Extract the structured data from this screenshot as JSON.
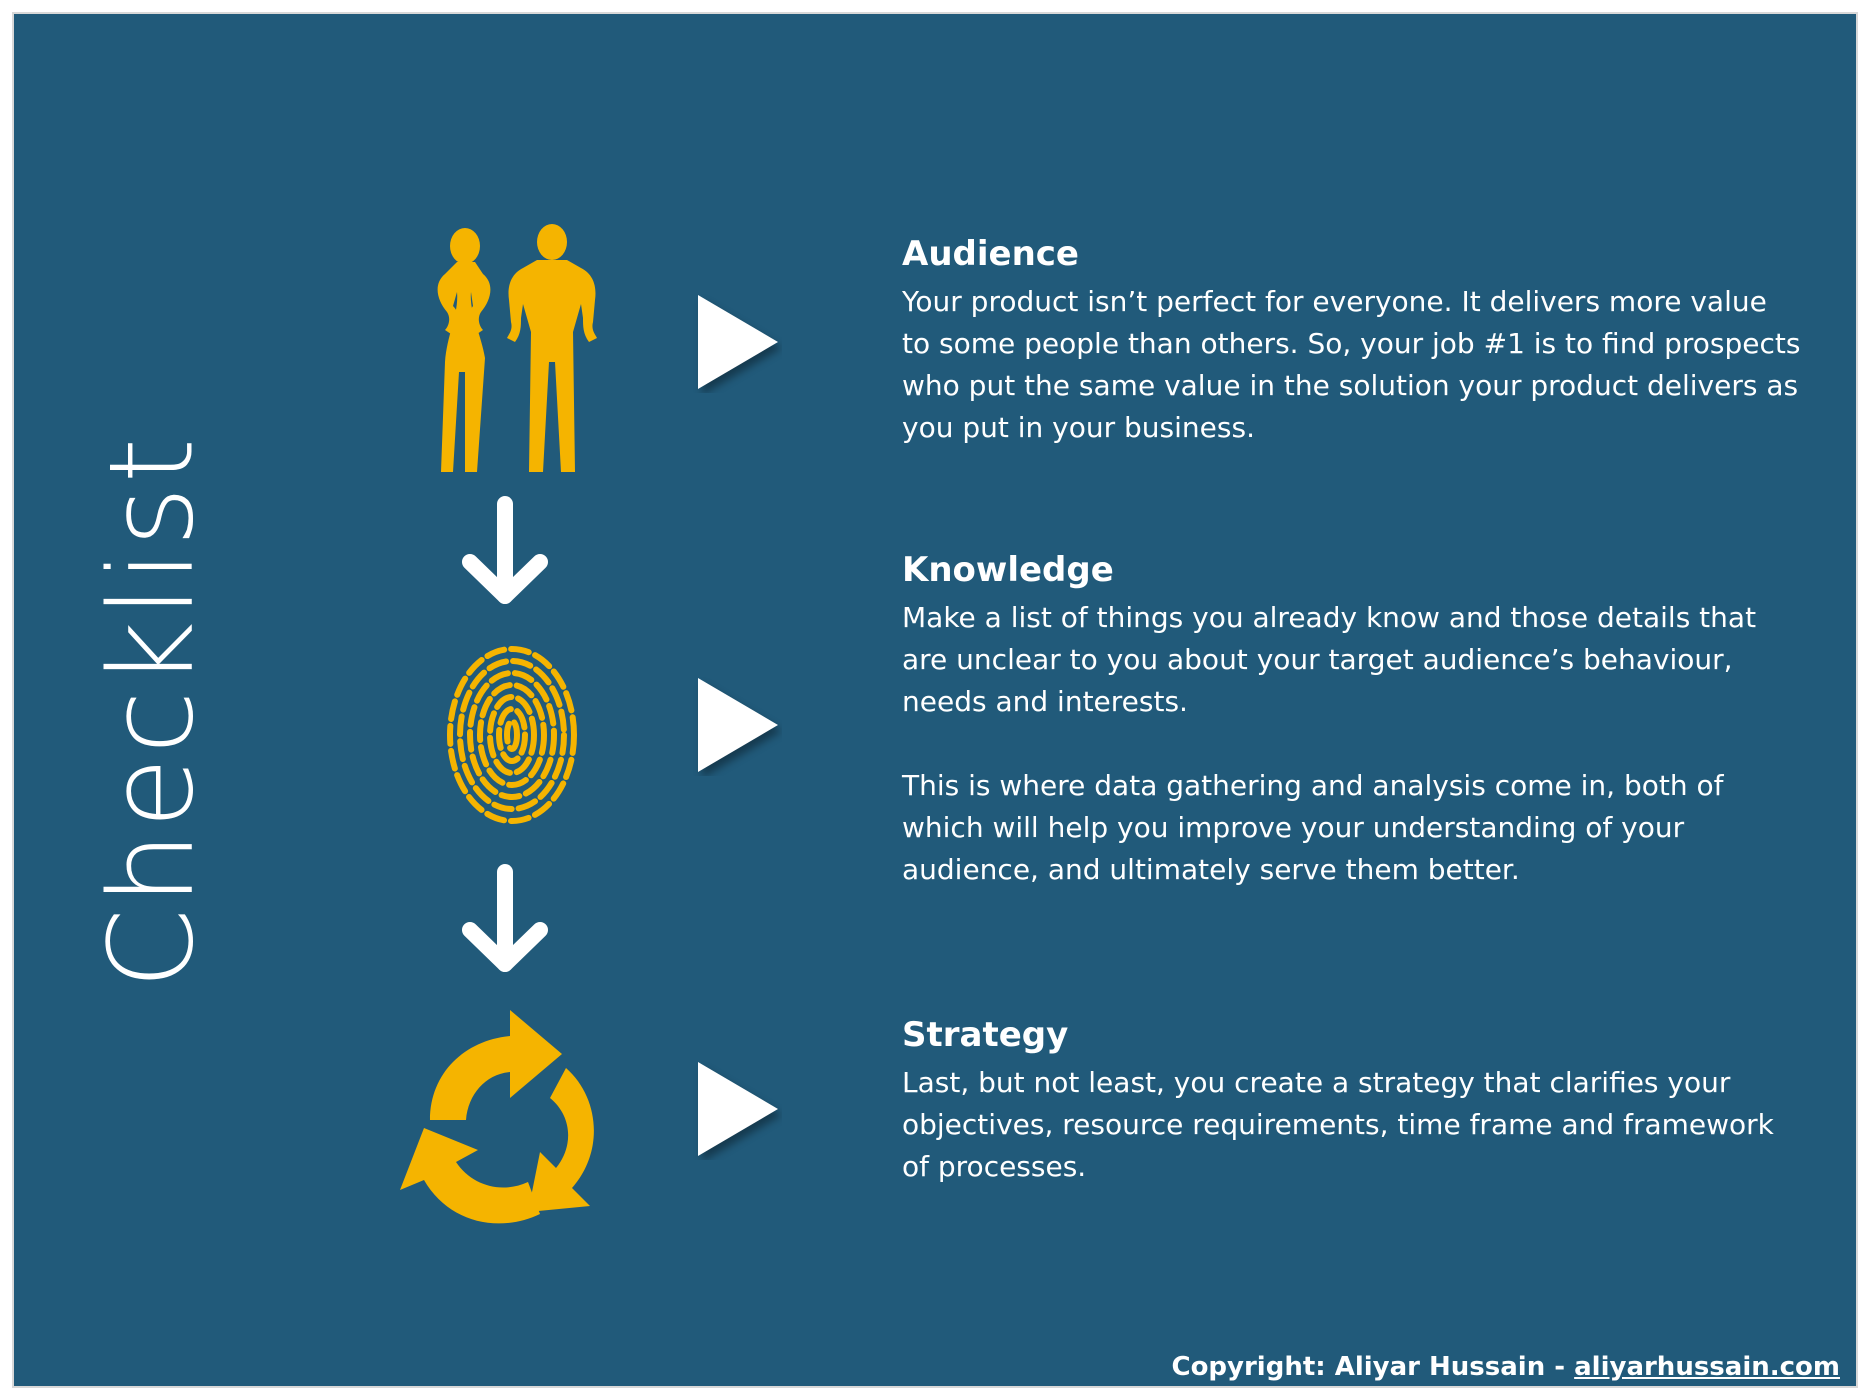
{
  "title": "Checklist",
  "colors": {
    "background": "#215a7a",
    "accent": "#f5b400",
    "text": "#ffffff"
  },
  "steps": [
    {
      "icon": "people-icon",
      "heading": "Audience",
      "paragraphs": [
        "Your product isn’t perfect for everyone. It delivers more value to some people than others. So, your job #1 is to find prospects who put the same value in the solution your product delivers as you put in your business."
      ]
    },
    {
      "icon": "fingerprint-icon",
      "heading": "Knowledge",
      "paragraphs": [
        "Make a list of things you already know and those details that are unclear to you about your target audience’s behaviour, needs and interests.",
        "This is where data gathering and analysis come in, both of which will help you improve your understanding of your audience, and ultimately serve them better."
      ]
    },
    {
      "icon": "cycle-arrows-icon",
      "heading": "Strategy",
      "paragraphs": [
        "Last, but not least, you create a strategy that clarifies your objectives, resource requirements, time frame and framework of processes."
      ]
    }
  ],
  "footer": {
    "prefix": "Copyright: Aliyar Hussain - ",
    "link": "aliyarhussain.com"
  }
}
